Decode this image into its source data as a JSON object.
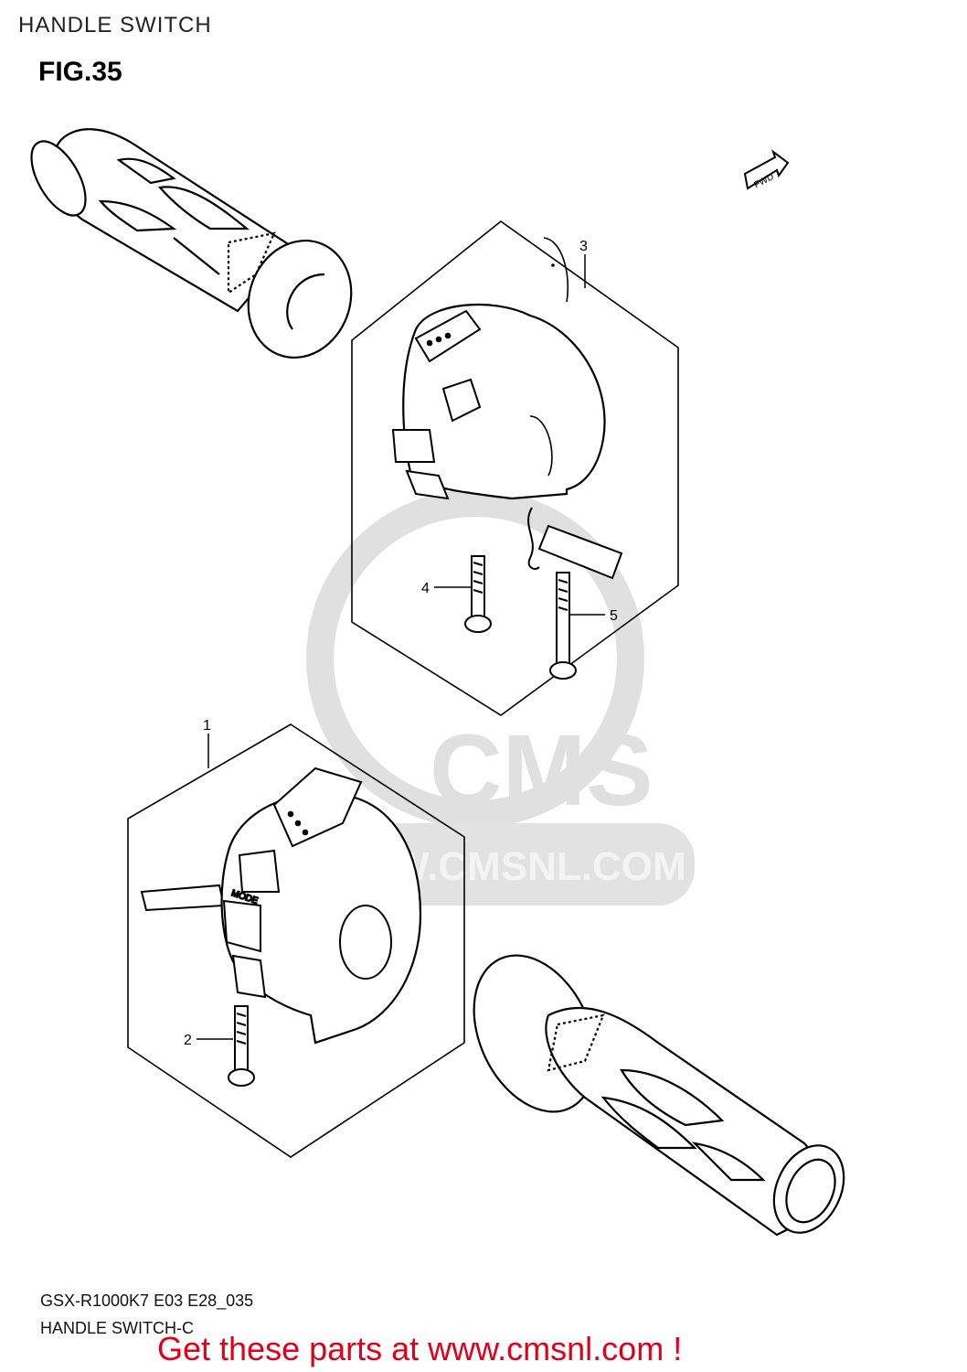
{
  "header": {
    "title": "HANDLE SWITCH"
  },
  "figure": {
    "label": "FIG.35",
    "fwd_arrow_text": "FWD"
  },
  "watermark": {
    "brand": "CMS",
    "url": "WWW.CMSNL.COM",
    "color": "#d8d8d8"
  },
  "callouts": [
    {
      "number": "1",
      "part": "handle-switch-left"
    },
    {
      "number": "2",
      "part": "screw"
    },
    {
      "number": "3",
      "part": "handle-switch-right"
    },
    {
      "number": "4",
      "part": "screw"
    },
    {
      "number": "5",
      "part": "screw"
    }
  ],
  "switch_labels": {
    "mode": "MODE"
  },
  "footer": {
    "model_code": "GSX-R1000K7 E03 E28_035",
    "diagram_name": "HANDLE SWITCH-C",
    "cta": "Get these parts at www.cmsnl.com !",
    "cta_color": "#e0001a"
  }
}
